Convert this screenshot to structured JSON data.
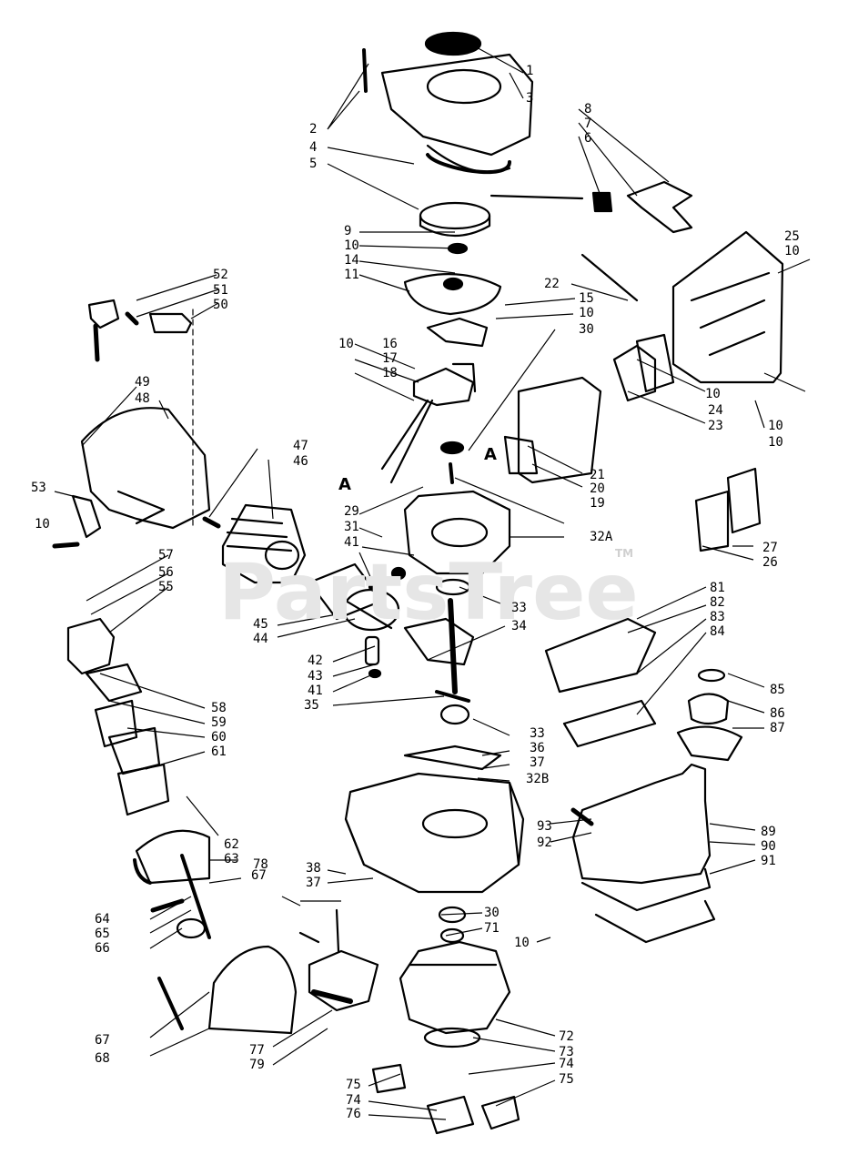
{
  "watermark": {
    "text": "PartsTree",
    "mark": "TM"
  },
  "callout_letter": "A",
  "part_numbers": [
    "1",
    "3",
    "2",
    "8",
    "7",
    "6",
    "4",
    "5",
    "9",
    "10",
    "14",
    "11",
    "52",
    "51",
    "50",
    "22",
    "15",
    "10",
    "30",
    "25",
    "10",
    "10",
    "16",
    "17",
    "18",
    "10",
    "24",
    "23",
    "10",
    "10",
    "49",
    "48",
    "47",
    "46",
    "A",
    "A",
    "21",
    "20",
    "19",
    "32A",
    "53",
    "10",
    "29",
    "31",
    "41",
    "27",
    "26",
    "57",
    "56",
    "55",
    "45",
    "44",
    "33",
    "34",
    "81",
    "82",
    "83",
    "84",
    "42",
    "43",
    "41",
    "35",
    "85",
    "86",
    "87",
    "58",
    "59",
    "60",
    "61",
    "33",
    "36",
    "37",
    "32B",
    "62",
    "63",
    "89",
    "90",
    "91",
    "93",
    "92",
    "38",
    "37",
    "78",
    "67",
    "64",
    "65",
    "66",
    "30",
    "71",
    "10",
    "67",
    "68",
    "72",
    "73",
    "74",
    "75",
    "77",
    "79",
    "75",
    "74",
    "76"
  ]
}
